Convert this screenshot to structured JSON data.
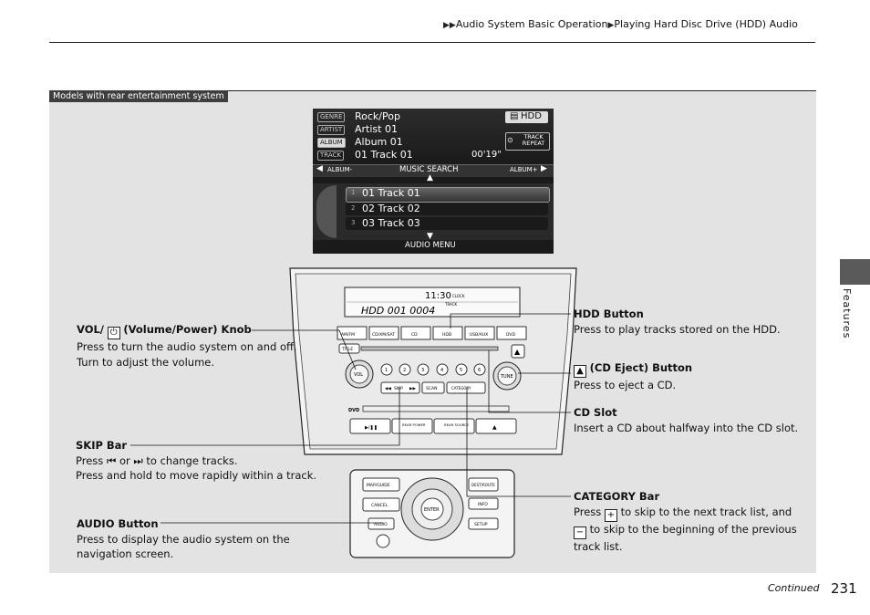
{
  "breadcrumb": {
    "first": "Audio System Basic Operation",
    "second": "Playing Hard Disc Drive (HDD) Audio"
  },
  "model_tag": "Models with rear entertainment system",
  "screen": {
    "rows": [
      {
        "tag": "GENRE",
        "value": "Rock/Pop"
      },
      {
        "tag": "ARTIST",
        "value": "Artist 01"
      },
      {
        "tag": "ALBUM",
        "value": "Album 01"
      },
      {
        "tag": "TRACK",
        "value": "01 Track 01"
      }
    ],
    "time": "00'19\"",
    "source": "HDD",
    "repeat": "TRACK REPEAT",
    "album_prev": "ALBUM-",
    "music_search": "MUSIC SEARCH",
    "album_next": "ALBUM+",
    "tracks": [
      {
        "num": "1",
        "title": "01 Track 01"
      },
      {
        "num": "2",
        "title": "02 Track 02"
      },
      {
        "num": "3",
        "title": "03 Track 03"
      }
    ],
    "audio_menu": "AUDIO MENU"
  },
  "unit": {
    "display_clock": "11:30",
    "display_main": "HDD   001  0004",
    "clock_label": "CLOCK",
    "track_label": "TRACK",
    "top_buttons": [
      "AM/FM",
      "CD/XM/SAT",
      "CD",
      "HDD",
      "USB/AUX",
      "DVD"
    ],
    "title_btn": "TITLE",
    "vol_knob": "VOL",
    "tune_knob": "TUNE",
    "presets": [
      "1",
      "2",
      "3",
      "4",
      "5",
      "6"
    ],
    "skip": "SKIP",
    "scan": "SCAN",
    "category": "CATEGORY",
    "dvd": "DVD",
    "rear_power": "REAR POWER",
    "rear_source": "REAR SOURCE",
    "map_guide": "MAP/GUIDE",
    "cancel": "CANCEL",
    "enter": "ENTER",
    "dest_route": "DEST/ROUTE",
    "info": "INFO",
    "audio": "AUDIO",
    "setup": "SETUP"
  },
  "callouts": {
    "vol": {
      "title_pre": "VOL/",
      "title_post": "(Volume/Power) Knob",
      "lines": [
        "Press to turn the audio system on and off.",
        "Turn to adjust the volume."
      ]
    },
    "skip": {
      "title": "SKIP Bar",
      "line1_pre": "Press",
      "line1_mid": "or",
      "line1_post": "to change tracks.",
      "line2": "Press and hold to move rapidly within a track."
    },
    "audio": {
      "title": "AUDIO Button",
      "lines": [
        "Press to display the audio system on the",
        "navigation screen."
      ]
    },
    "hdd": {
      "title": "HDD Button",
      "lines": [
        "Press to play tracks stored on the HDD."
      ]
    },
    "eject": {
      "title": "(CD Eject) Button",
      "lines": [
        "Press to eject a CD."
      ]
    },
    "cdslot": {
      "title": "CD Slot",
      "lines": [
        "Insert a CD about halfway into the CD slot."
      ]
    },
    "category": {
      "title": "CATEGORY Bar",
      "line1_pre": "Press",
      "line1_post": "to skip to the next track list, and",
      "line2_post": "to skip to the beginning of the previous",
      "line3": "track list."
    }
  },
  "side_tab": "Features",
  "continued": "Continued",
  "page_number": "231"
}
